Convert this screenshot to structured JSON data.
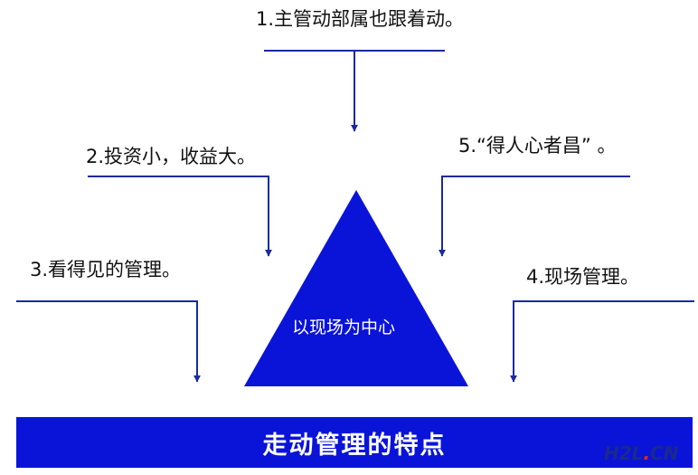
{
  "labels": {
    "item1": "1.主管动部属也跟着动。",
    "item2": "2.投资小，收益大。",
    "item3": "3.看得见的管理。",
    "item4": "4.现场管理。",
    "item5": "5.“得人心者昌” 。"
  },
  "center": "以现场为中心",
  "banner": "走动管理的特点",
  "watermark": {
    "left": "H2L",
    "dot": ".",
    "right": "CN"
  },
  "colors": {
    "triangle": "#0a14d8",
    "banner": "#0a14d8",
    "lines": "#1a2aa0"
  }
}
